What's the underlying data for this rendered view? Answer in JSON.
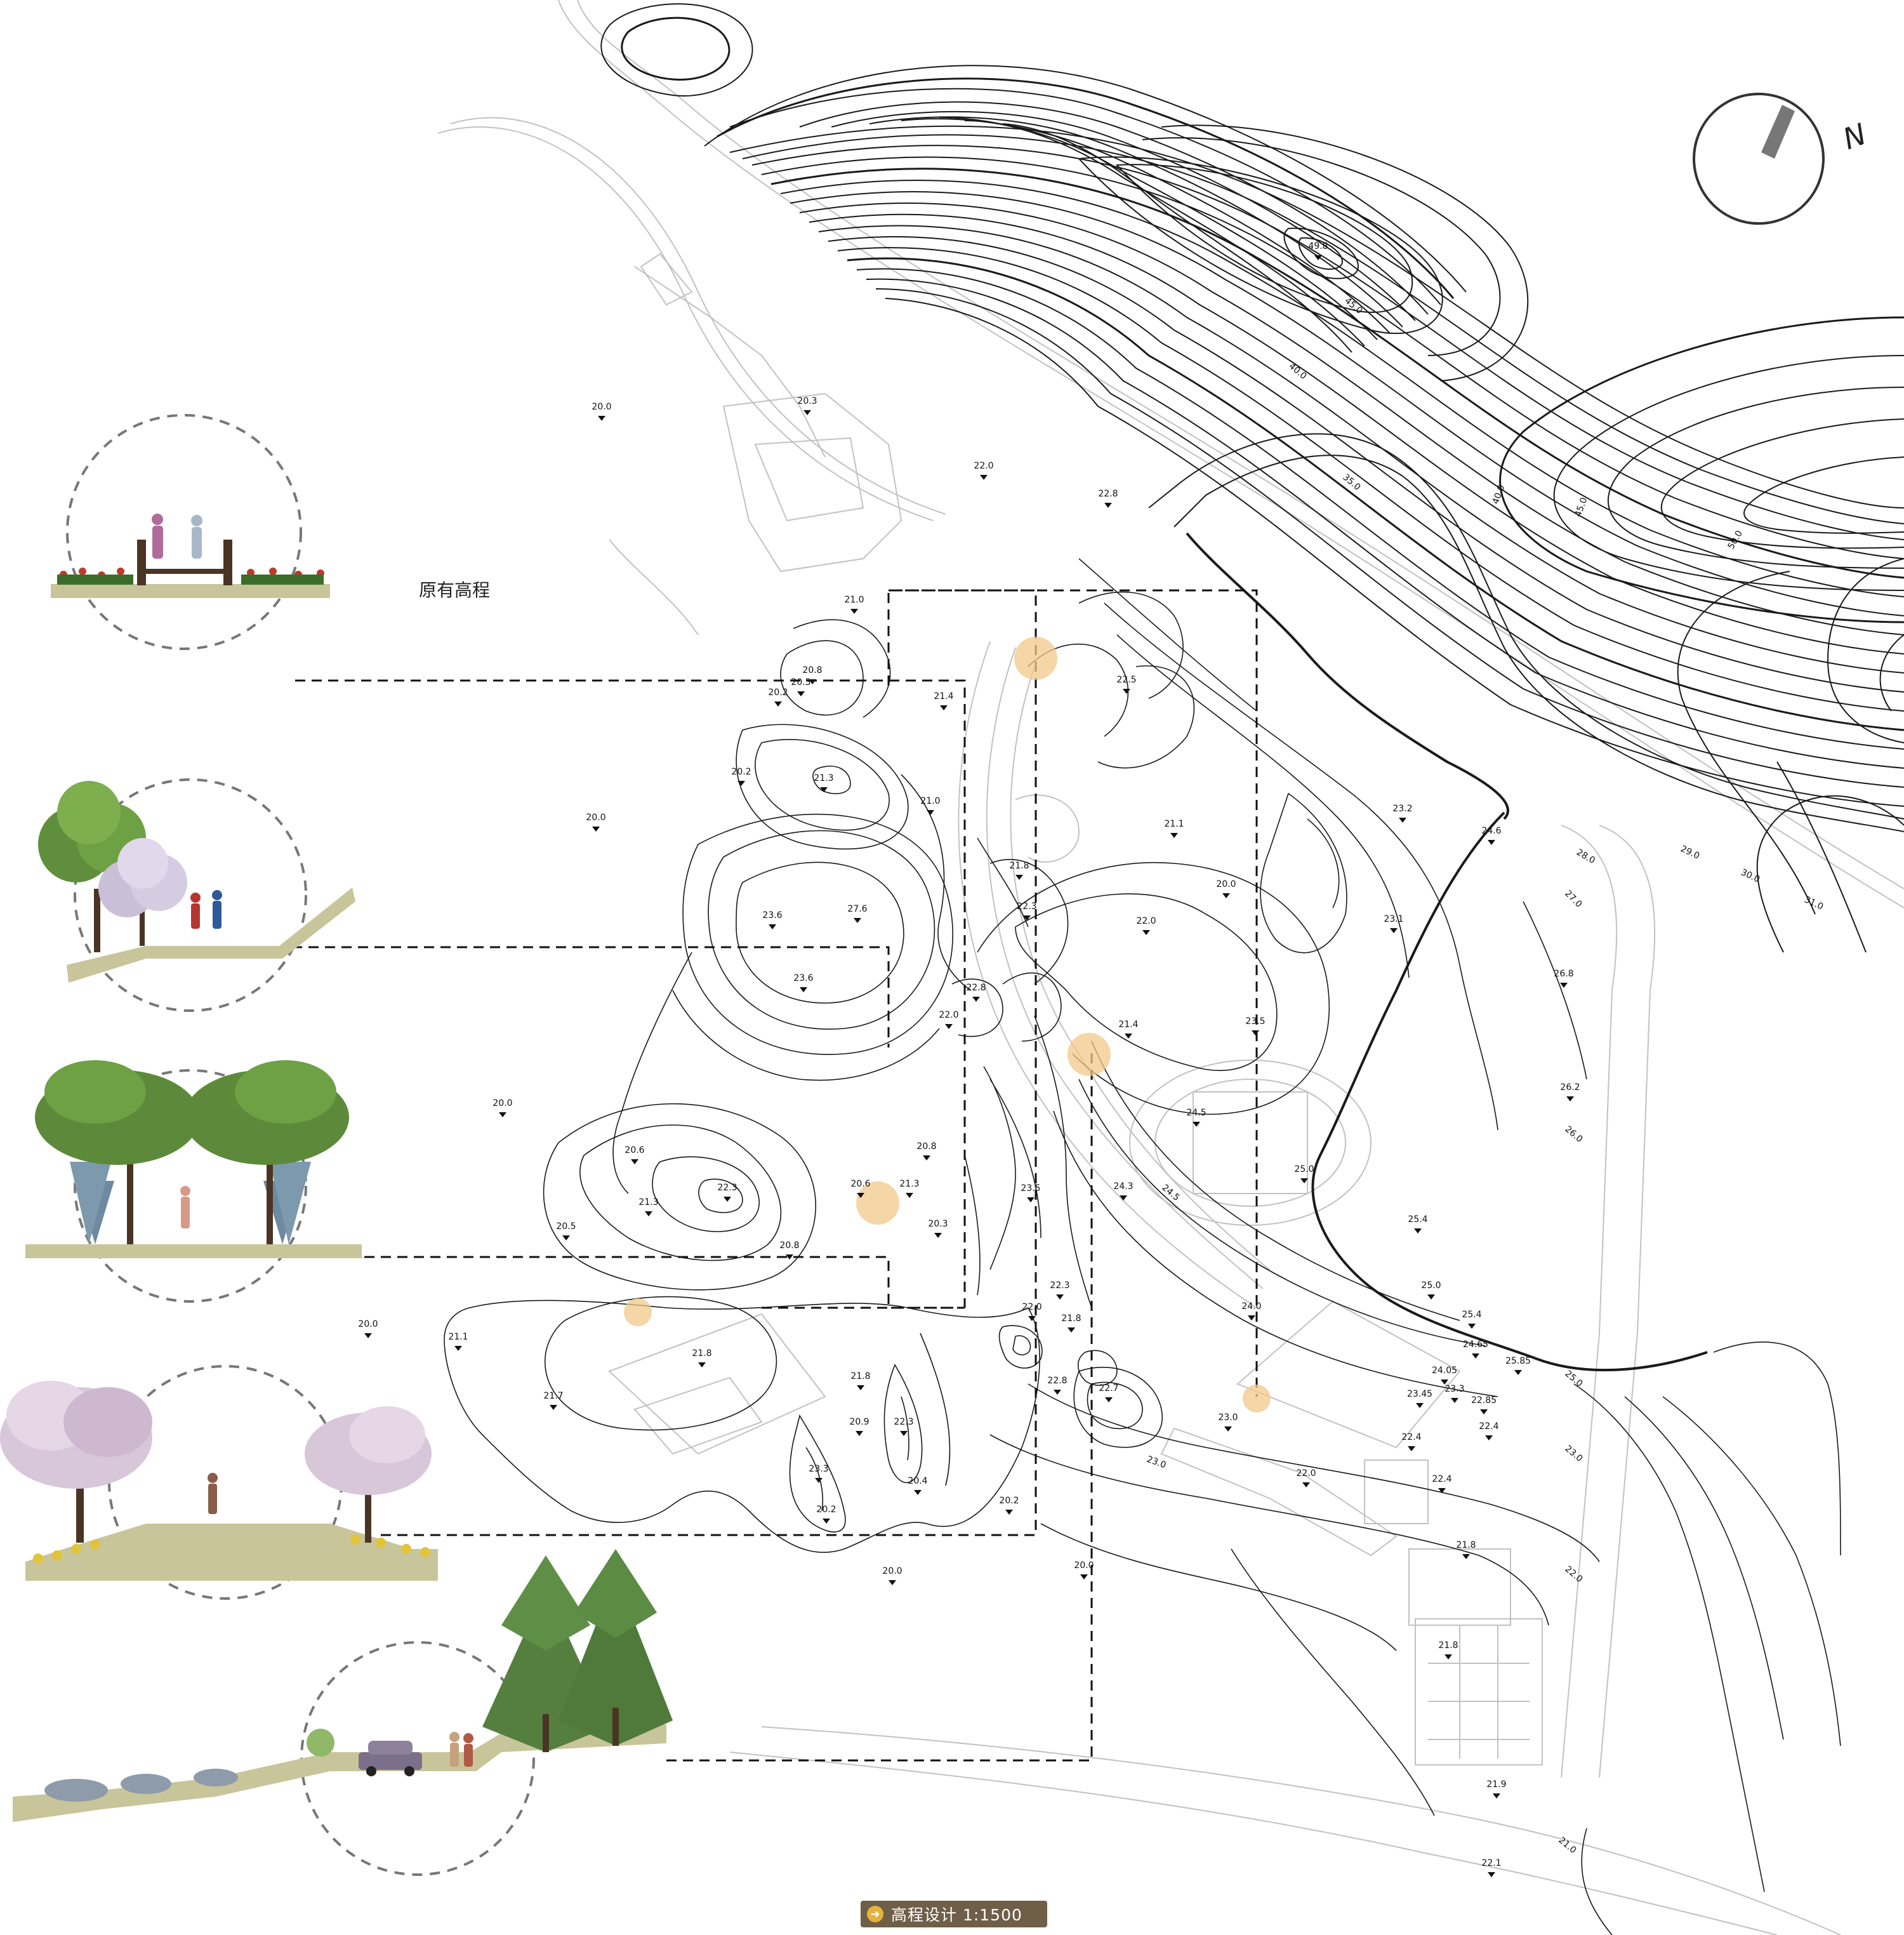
{
  "title": "高程设计  1:1500",
  "original_label": "原有高程",
  "north": "N",
  "colors": {
    "contour": "#1a1a1a",
    "base_lines": "#c2c2c2",
    "accent_marker": "#f0c88a",
    "title_bg": "#6f5f48",
    "title_icon": "#e8b23a",
    "ground_strip": "#c8c59a"
  },
  "icons": [
    "north-arrow-icon",
    "arrow-right-icon",
    "elevation-marker-icon"
  ],
  "elevation_labels": [
    "20.0",
    "20.3",
    "22.0",
    "22.8",
    "21.0",
    "20.8",
    "20.5",
    "20.2",
    "21.4",
    "22.5",
    "20.2",
    "21.3",
    "21.0",
    "21.1",
    "20.0",
    "20.0",
    "21.8",
    "22.3",
    "23.6",
    "27.6",
    "23.6",
    "22.0",
    "22.8",
    "22.0",
    "21.4",
    "23.5",
    "23.2",
    "23.1",
    "24.6",
    "26.8",
    "26.2",
    "20.0",
    "20.6",
    "22.3",
    "21.3",
    "20.5",
    "20.6",
    "21.3",
    "20.3",
    "20.8",
    "20.8",
    "23.5",
    "24.5",
    "24.3",
    "25.0",
    "25.4",
    "25.0",
    "25.4",
    "24.65",
    "25.85",
    "24.05",
    "23.45",
    "23.3",
    "22.85",
    "22.4",
    "22.4",
    "24.0",
    "22.3",
    "22.0",
    "21.8",
    "22.8",
    "22.7",
    "21.8",
    "22.3",
    "20.9",
    "20.4",
    "23.3",
    "20.2",
    "20.2",
    "21.8",
    "21.1",
    "21.7",
    "23.0",
    "22.0",
    "22.4",
    "21.8",
    "21.8",
    "21.9",
    "22.1",
    "20.0",
    "20.0",
    "20.0",
    "49.8"
  ],
  "contour_labels": [
    "45.0",
    "40.0",
    "35.0",
    "40.0",
    "45.0",
    "50.0",
    "28.0",
    "29.0",
    "30.0",
    "31.0",
    "27.0",
    "26.0",
    "25.0",
    "23.0",
    "22.0",
    "21.0",
    "24.5",
    "23.0"
  ],
  "sections": [
    "section-boardwalk-flowers",
    "section-trees-path",
    "section-tree-avenue",
    "section-cherry-blossom",
    "section-road-pines"
  ]
}
